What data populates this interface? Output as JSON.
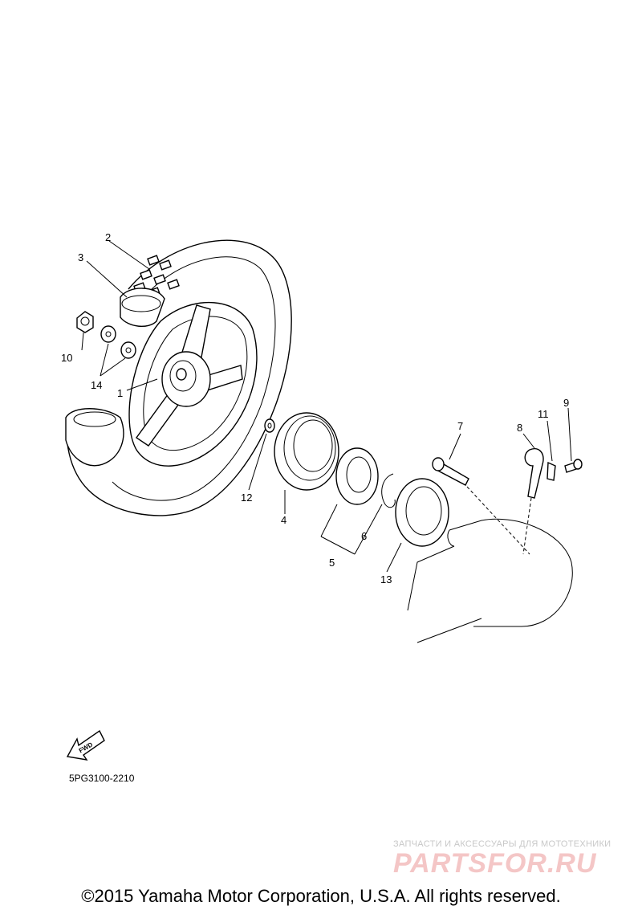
{
  "diagram": {
    "callouts": {
      "p1": "1",
      "p2": "2",
      "p3": "3",
      "p4": "4",
      "p5": "5",
      "p6": "6",
      "p7": "7",
      "p8": "8",
      "p9": "9",
      "p10": "10",
      "p11": "11",
      "p12": "12",
      "p13": "13",
      "p14": "14"
    },
    "fwd_label": "FWD",
    "diagram_code": "5PG3100-2210"
  },
  "watermark": {
    "tagline": "ЗАПЧАСТИ И АКСЕССУАРЫ ДЛЯ МОТОТЕХНИКИ",
    "logo": "PARTSFOR.RU"
  },
  "footer": {
    "copyright": "©2015 Yamaha Motor Corporation, U.S.A. All rights reserved."
  }
}
